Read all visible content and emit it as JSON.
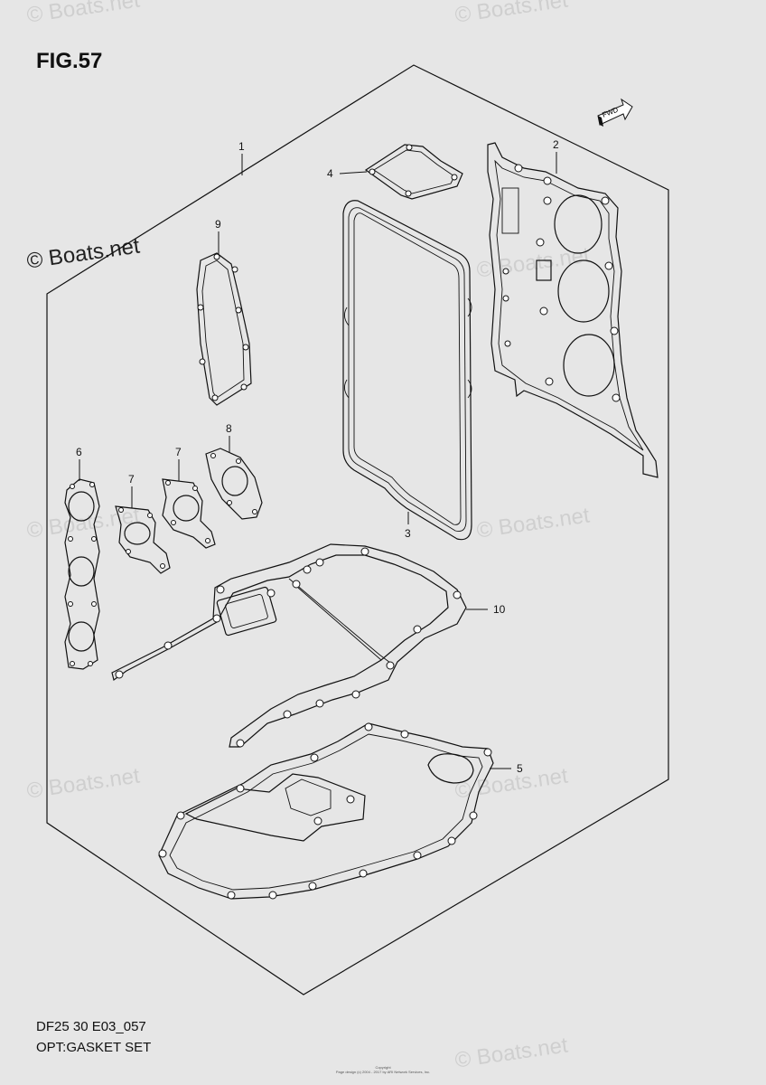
{
  "figure": {
    "title": "FIG.57",
    "code": "DF25 30 E03_057",
    "set_name": "OPT:GASKET SET",
    "fwd_label": "FWD"
  },
  "brand": {
    "watermark": "© Boats.net"
  },
  "copyright": {
    "line1": "Copyright",
    "line2": "Page design (c) 2004 - 2017 by ARI Network Services, Inc."
  },
  "callouts": [
    {
      "id": "1",
      "label": "1"
    },
    {
      "id": "2",
      "label": "2"
    },
    {
      "id": "3",
      "label": "3"
    },
    {
      "id": "4",
      "label": "4"
    },
    {
      "id": "5",
      "label": "5"
    },
    {
      "id": "6",
      "label": "6"
    },
    {
      "id": "7a",
      "label": "7"
    },
    {
      "id": "7b",
      "label": "7"
    },
    {
      "id": "8",
      "label": "8"
    },
    {
      "id": "9",
      "label": "9"
    },
    {
      "id": "10",
      "label": "10"
    }
  ],
  "colors": {
    "background": "#e6e6e6",
    "line": "#111111",
    "watermark": "#cfcfcf"
  }
}
